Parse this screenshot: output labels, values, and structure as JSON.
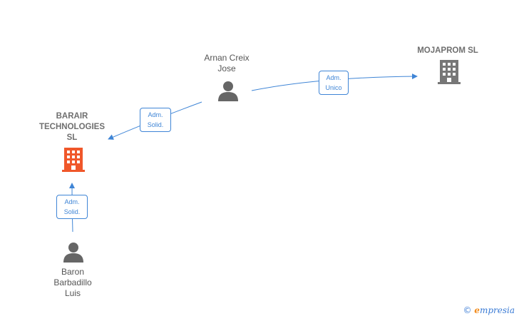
{
  "colors": {
    "edge": "#3f85d6",
    "building_highlight": "#f0572a",
    "building_default": "#777777",
    "person": "#666666"
  },
  "nodes": {
    "barair": {
      "line1": "BARAIR",
      "line2": "TECHNOLOGIES",
      "line3": "SL",
      "icon": "building-icon"
    },
    "mojaprom": {
      "line1": "MOJAPROM  SL",
      "icon": "building-icon"
    },
    "arnan": {
      "line1": "Arnan Creix",
      "line2": "Jose",
      "icon": "person-icon"
    },
    "baron": {
      "line1": "Baron",
      "line2": "Barbadillo",
      "line3": "Luis",
      "icon": "person-icon"
    }
  },
  "edges": {
    "arnan_to_barair": {
      "line1": "Adm.",
      "line2": "Solid."
    },
    "arnan_to_mojaprom": {
      "line1": "Adm.",
      "line2": "Unico"
    },
    "baron_to_barair": {
      "line1": "Adm.",
      "line2": "Solid."
    }
  },
  "brand": {
    "copyright": "©",
    "first_letter": "e",
    "rest": "mpresia"
  }
}
